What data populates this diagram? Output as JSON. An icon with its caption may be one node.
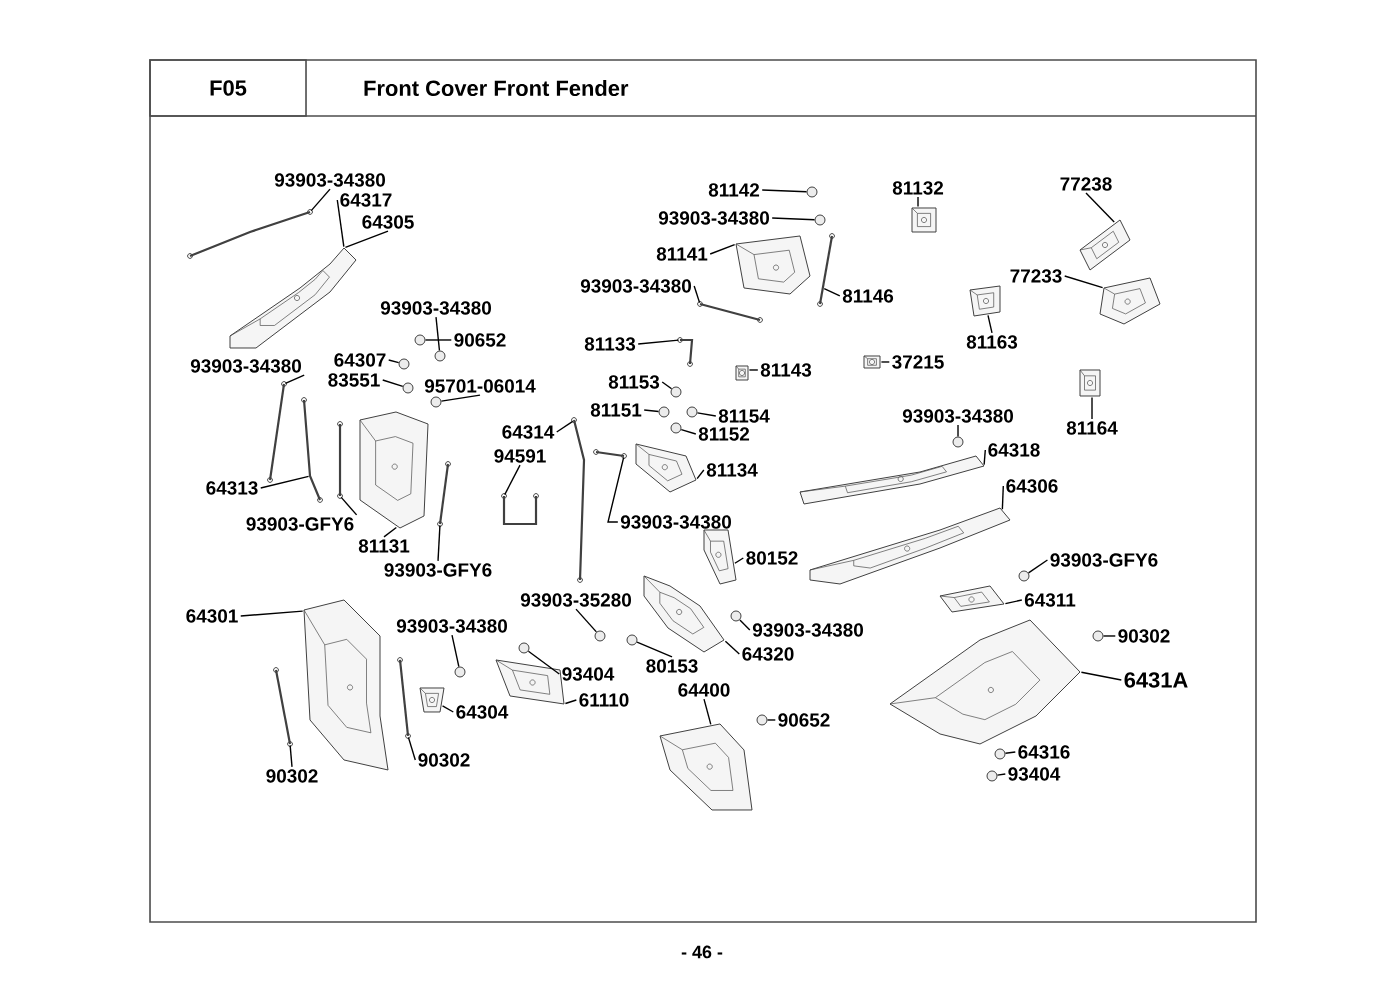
{
  "diagram": {
    "title": "Front Cover Front Fender",
    "nodes": [
      {
        "text": [
          "93903-34380"
        ]
      },
      {
        "text": [
          "64317"
        ]
      },
      {
        "text": [
          "64305"
        ]
      },
      {
        "text": [
          "93903-34380"
        ]
      },
      {
        "text": [
          "90652"
        ]
      },
      {
        "text": [
          "64307"
        ]
      },
      {
        "text": [
          "83551"
        ]
      },
      {
        "text": [
          "95701-06014"
        ]
      },
      {
        "text": [
          "93903-34380"
        ]
      },
      {
        "text": [
          "64313"
        ]
      },
      {
        "text": [
          "93903-GFY6"
        ]
      },
      {
        "text": [
          "81131"
        ]
      },
      {
        "text": [
          "93903-GFY6"
        ]
      },
      {
        "text": [
          "64314"
        ]
      },
      {
        "text": [
          "94591"
        ]
      },
      {
        "text": [
          "81142"
        ]
      },
      {
        "text": [
          "93903-34380"
        ]
      },
      {
        "text": [
          "81141"
        ]
      },
      {
        "text": [
          "93903-34380"
        ]
      },
      {
        "text": [
          "81146"
        ]
      },
      {
        "text": [
          "81132"
        ]
      },
      {
        "text": [
          "77238"
        ]
      },
      {
        "text": [
          "77233"
        ]
      },
      {
        "text": [
          "81163"
        ]
      },
      {
        "text": [
          "81164"
        ]
      },
      {
        "text": [
          "81133"
        ]
      },
      {
        "text": [
          "81143"
        ]
      },
      {
        "text": [
          "37215"
        ]
      },
      {
        "text": [
          "81153"
        ]
      },
      {
        "text": [
          "81151"
        ]
      },
      {
        "text": [
          "81154"
        ]
      },
      {
        "text": [
          "81152"
        ]
      },
      {
        "text": [
          "81134"
        ]
      },
      {
        "text": [
          "93903-34380"
        ]
      },
      {
        "text": [
          "93903-34380"
        ]
      },
      {
        "text": [
          "64318"
        ]
      },
      {
        "text": [
          "64306"
        ]
      },
      {
        "text": [
          "80152"
        ]
      },
      {
        "text": [
          "93903-GFY6"
        ]
      },
      {
        "text": [
          "64311"
        ]
      },
      {
        "text": [
          "93903-35280"
        ]
      },
      {
        "text": [
          "93903-34380"
        ]
      },
      {
        "text": [
          "80153"
        ]
      },
      {
        "text": [
          "64320"
        ]
      },
      {
        "text": [
          "90302"
        ]
      },
      {
        "text": [
          "6431A"
        ]
      },
      {
        "text": [
          "64316"
        ]
      },
      {
        "text": [
          "93404"
        ]
      },
      {
        "text": [
          "64301"
        ]
      },
      {
        "text": [
          "93903-34380"
        ]
      },
      {
        "text": [
          "64304"
        ]
      },
      {
        "text": [
          "93404"
        ]
      },
      {
        "text": [
          "61110"
        ]
      },
      {
        "text": [
          "90302"
        ]
      },
      {
        "text": [
          "90302"
        ]
      },
      {
        "text": [
          "64400"
        ]
      },
      {
        "text": [
          "90652"
        ]
      },
      {
        "text": [],
        "shape": "picture"
      },
      {
        "text": [],
        "shape": "picture"
      },
      {
        "text": [],
        "shape": "circle"
      },
      {
        "text": [],
        "shape": "circle"
      },
      {
        "text": [],
        "shape": "circle"
      },
      {
        "text": [],
        "shape": "circle"
      },
      {
        "text": [],
        "shape": "circle"
      },
      {
        "text": [],
        "shape": "picture"
      },
      {
        "text": [],
        "shape": "picture"
      },
      {
        "text": [],
        "shape": "picture"
      },
      {
        "text": [],
        "shape": "picture"
      },
      {
        "text": [],
        "shape": "picture"
      },
      {
        "text": [],
        "shape": "picture"
      },
      {
        "text": [],
        "shape": "picture"
      },
      {
        "text": [],
        "shape": "circle"
      },
      {
        "text": [],
        "shape": "circle"
      },
      {
        "text": [],
        "shape": "picture"
      },
      {
        "text": [],
        "shape": "picture"
      },
      {
        "text": [],
        "shape": "picture"
      },
      {
        "text": [],
        "shape": "picture"
      },
      {
        "text": [],
        "shape": "picture"
      },
      {
        "text": [],
        "shape": "picture"
      },
      {
        "text": [],
        "shape": "picture"
      },
      {
        "text": [],
        "shape": "picture"
      },
      {
        "text": [],
        "shape": "picture"
      },
      {
        "text": [],
        "shape": "picture"
      },
      {
        "text": [],
        "shape": "picture"
      },
      {
        "text": [],
        "shape": "circle"
      },
      {
        "text": [],
        "shape": "circle"
      },
      {
        "text": [],
        "shape": "circle"
      },
      {
        "text": [],
        "shape": "circle"
      },
      {
        "text": [],
        "shape": "picture"
      },
      {
        "text": [],
        "shape": "picture"
      },
      {
        "text": [],
        "shape": "circle"
      },
      {
        "text": [],
        "shape": "picture"
      },
      {
        "text": [],
        "shape": "picture"
      },
      {
        "text": [],
        "shape": "picture"
      },
      {
        "text": [],
        "shape": "circle"
      },
      {
        "text": [],
        "shape": "picture"
      },
      {
        "text": [],
        "shape": "circle"
      },
      {
        "text": [],
        "shape": "circle"
      },
      {
        "text": [],
        "shape": "circle"
      },
      {
        "text": [],
        "shape": "picture"
      },
      {
        "text": [],
        "shape": "circle"
      },
      {
        "text": [],
        "shape": "picture"
      },
      {
        "text": [],
        "shape": "circle"
      },
      {
        "text": [],
        "shape": "circle"
      },
      {
        "text": [],
        "shape": "picture"
      },
      {
        "text": [],
        "shape": "circle"
      },
      {
        "text": [],
        "shape": "picture"
      },
      {
        "text": [],
        "shape": "circle"
      },
      {
        "text": [],
        "shape": "picture"
      },
      {
        "text": [],
        "shape": "picture"
      },
      {
        "text": [],
        "shape": "picture"
      },
      {
        "text": [],
        "shape": "picture"
      },
      {
        "text": [],
        "shape": "circle"
      }
    ],
    "edges": [
      {
        "from": 0,
        "to": 57,
        "arrow": "none"
      },
      {
        "from": 1,
        "to": 58,
        "arrow": "none"
      },
      {
        "from": 2,
        "to": 58,
        "arrow": "none"
      },
      {
        "from": 3,
        "to": 60,
        "arrow": "none"
      },
      {
        "from": 4,
        "to": 59,
        "arrow": "none"
      },
      {
        "from": 5,
        "to": 61,
        "arrow": "none"
      },
      {
        "from": 6,
        "to": 62,
        "arrow": "none"
      },
      {
        "from": 7,
        "to": 63,
        "arrow": "none"
      },
      {
        "from": 8,
        "to": 64,
        "arrow": "none"
      },
      {
        "from": 9,
        "to": 65,
        "arrow": "none"
      },
      {
        "from": 10,
        "to": 66,
        "arrow": "none"
      },
      {
        "from": 11,
        "to": 67,
        "arrow": "none"
      },
      {
        "from": 12,
        "to": 68,
        "arrow": "none"
      },
      {
        "from": 13,
        "to": 69,
        "arrow": "none"
      },
      {
        "from": 14,
        "to": 70,
        "arrow": "none"
      },
      {
        "from": 15,
        "to": 71,
        "arrow": "none"
      },
      {
        "from": 16,
        "to": 72,
        "arrow": "none"
      },
      {
        "from": 17,
        "to": 73,
        "arrow": "none"
      },
      {
        "from": 18,
        "to": 74,
        "arrow": "none"
      },
      {
        "from": 19,
        "to": 75,
        "arrow": "none"
      },
      {
        "from": 20,
        "to": 76,
        "arrow": "none"
      },
      {
        "from": 21,
        "to": 77,
        "arrow": "none"
      },
      {
        "from": 22,
        "to": 78,
        "arrow": "none"
      },
      {
        "from": 23,
        "to": 79,
        "arrow": "none"
      },
      {
        "from": 24,
        "to": 80,
        "arrow": "none"
      },
      {
        "from": 25,
        "to": 81,
        "arrow": "none"
      },
      {
        "from": 26,
        "to": 82,
        "arrow": "none"
      },
      {
        "from": 27,
        "to": 83,
        "arrow": "none"
      },
      {
        "from": 28,
        "to": 84,
        "arrow": "none"
      },
      {
        "from": 29,
        "to": 85,
        "arrow": "none"
      },
      {
        "from": 30,
        "to": 86,
        "arrow": "none"
      },
      {
        "from": 31,
        "to": 87,
        "arrow": "none"
      },
      {
        "from": 32,
        "to": 88,
        "arrow": "none"
      },
      {
        "from": 33,
        "to": 89,
        "arrow": "none"
      },
      {
        "from": 34,
        "to": 90,
        "arrow": "none"
      },
      {
        "from": 35,
        "to": 91,
        "arrow": "none"
      },
      {
        "from": 36,
        "to": 92,
        "arrow": "none"
      },
      {
        "from": 37,
        "to": 93,
        "arrow": "none"
      },
      {
        "from": 38,
        "to": 94,
        "arrow": "none"
      },
      {
        "from": 39,
        "to": 95,
        "arrow": "none"
      },
      {
        "from": 40,
        "to": 96,
        "arrow": "none"
      },
      {
        "from": 41,
        "to": 97,
        "arrow": "none"
      },
      {
        "from": 42,
        "to": 98,
        "arrow": "none"
      },
      {
        "from": 43,
        "to": 99,
        "arrow": "none"
      },
      {
        "from": 44,
        "to": 100,
        "arrow": "none"
      },
      {
        "from": 45,
        "to": 101,
        "arrow": "none"
      },
      {
        "from": 46,
        "to": 102,
        "arrow": "none"
      },
      {
        "from": 47,
        "to": 103,
        "arrow": "none"
      },
      {
        "from": 48,
        "to": 104,
        "arrow": "none"
      },
      {
        "from": 49,
        "to": 105,
        "arrow": "none"
      },
      {
        "from": 50,
        "to": 106,
        "arrow": "none"
      },
      {
        "from": 51,
        "to": 107,
        "arrow": "none"
      },
      {
        "from": 52,
        "to": 108,
        "arrow": "none"
      },
      {
        "from": 53,
        "to": 109,
        "arrow": "none"
      },
      {
        "from": 54,
        "to": 110,
        "arrow": "none"
      },
      {
        "from": 55,
        "to": 111,
        "arrow": "none"
      },
      {
        "from": 56,
        "to": 112,
        "arrow": "none"
      }
    ],
    "labels": [
      "F05",
      "- 46 -"
    ]
  }
}
